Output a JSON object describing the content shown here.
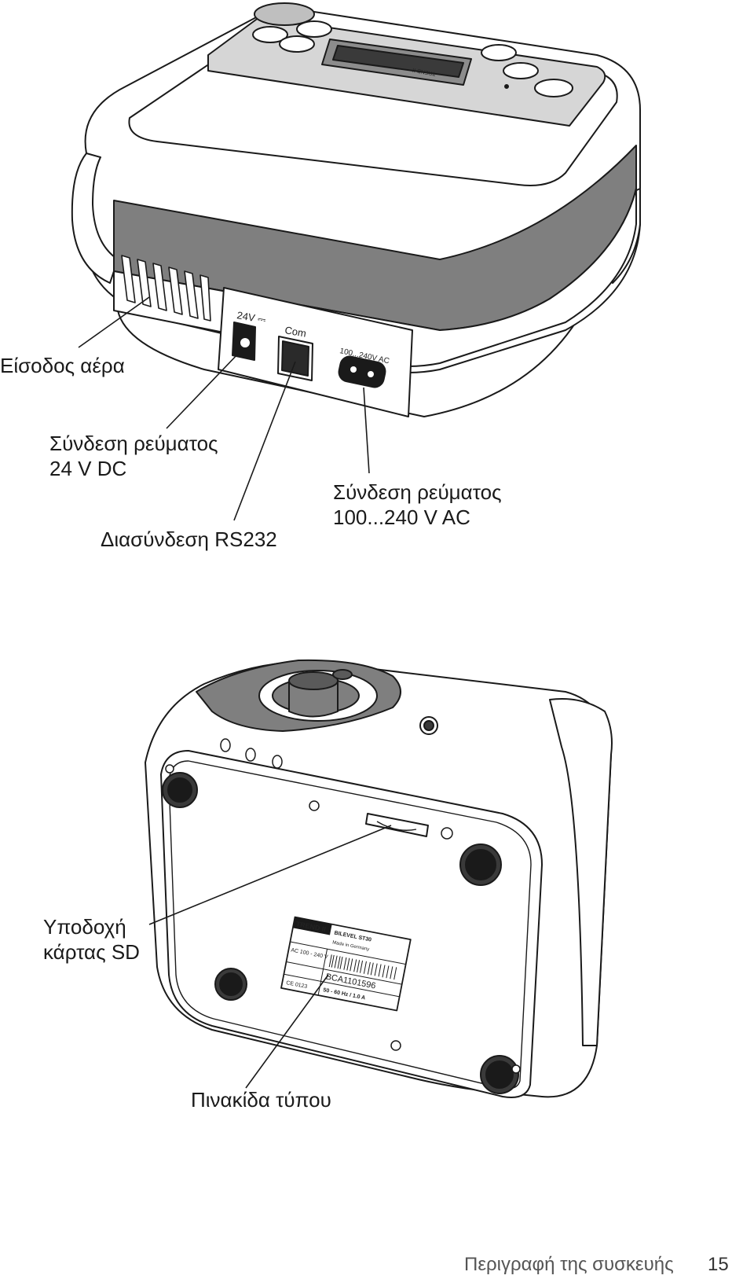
{
  "figure_top": {
    "device_labels": {
      "port_24v": "24V ⎓",
      "port_com": "Com",
      "port_ac": "100...240V AC",
      "lcd_brand": "TREND II"
    },
    "callouts": {
      "air_inlet": "Είσοδος αέρα",
      "dc_power_line1": "Σύνδεση ρεύματος",
      "dc_power_line2": "24 V DC",
      "rs232": "Διασύνδεση RS232",
      "ac_power_line1": "Σύνδεση ρεύματος",
      "ac_power_line2": "100...240 V AC"
    }
  },
  "figure_bottom": {
    "nameplate": {
      "brand": "TREND II",
      "model": "BILEVEL ST30",
      "origin": "Made in Germany",
      "mains": "AC 100 - 240 V",
      "frequency": "50 - 60 Hz / 1.0 A",
      "serial": "BCA1101596",
      "ce": "CE 0123"
    },
    "callouts": {
      "sd_slot_line1": "Υποδοχή",
      "sd_slot_line2": "κάρτας SD",
      "type_plate": "Πινακίδα τύπου"
    }
  },
  "footer": {
    "section_title": "Περιγραφή της συσκευής",
    "page_number": "15"
  }
}
